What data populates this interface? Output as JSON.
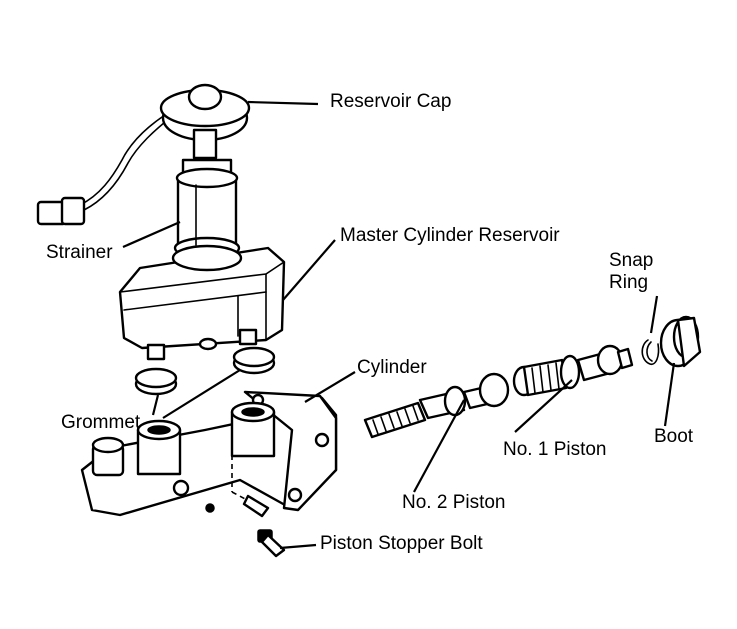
{
  "labels": {
    "reservoir_cap": "Reservoir Cap",
    "strainer": "Strainer",
    "master_cylinder_reservoir": "Master Cylinder Reservoir",
    "snap_ring": "Snap\nRing",
    "cylinder": "Cylinder",
    "grommet": "Grommet",
    "boot": "Boot",
    "no1_piston": "No. 1 Piston",
    "no2_piston": "No. 2 Piston",
    "piston_stopper_bolt": "Piston Stopper Bolt"
  }
}
